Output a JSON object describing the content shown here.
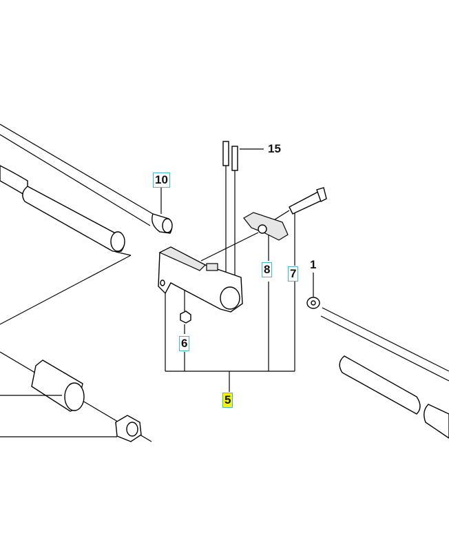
{
  "diagram": {
    "labels": {
      "p1": "1",
      "p5": "5",
      "p6": "6",
      "p7": "7",
      "p8": "8",
      "p10": "10",
      "p15": "15"
    },
    "highlight_color": "#f6f600",
    "box_color": "#3fb8c8"
  }
}
